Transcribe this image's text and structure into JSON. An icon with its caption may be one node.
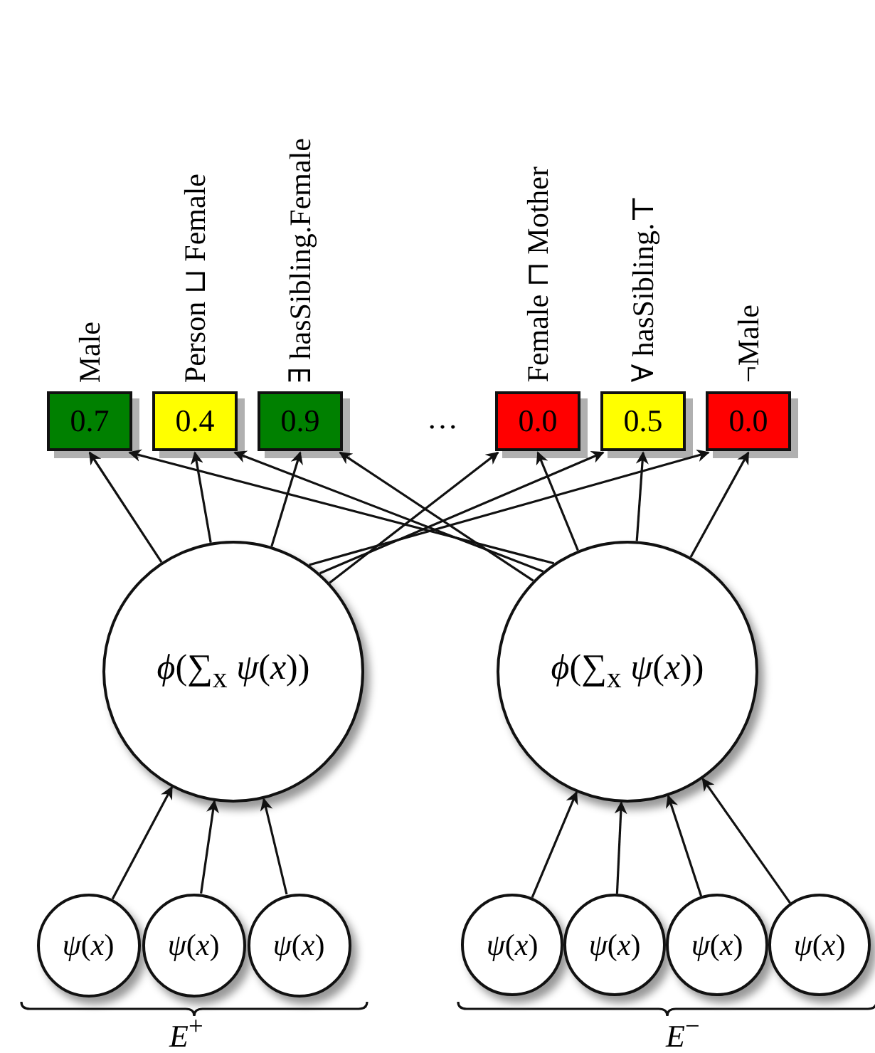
{
  "diagram": {
    "nodes": [
      {
        "text": [
          "Male",
          "0.7"
        ]
      },
      {
        "text": [
          "Person ⊔ Female",
          "0.4"
        ]
      },
      {
        "text": [
          "∃ hasSibling.Female",
          "0.9"
        ]
      },
      {
        "text": [
          "Female ⊓ Mother",
          "0.0"
        ]
      },
      {
        "text": [
          "∀ hasSibling.⊤",
          "0.5"
        ]
      },
      {
        "text": [
          "¬Male",
          "0.0"
        ]
      },
      {
        "text": [
          "*ϕ*(∑$_{x}$ *ψ*(*x*))"
        ]
      },
      {
        "text": [
          "*ϕ*(∑$_{x}$ *ψ*(*x*))"
        ]
      },
      {
        "text": [
          "*ψ*(*x*)"
        ]
      },
      {
        "text": [
          "*ψ*(*x*)"
        ]
      },
      {
        "text": [
          "*ψ*(*x*)"
        ]
      },
      {
        "text": [
          "*ψ*(*x*)"
        ]
      },
      {
        "text": [
          "*ψ*(*x*)"
        ]
      },
      {
        "text": [
          "*ψ*(*x*)"
        ]
      },
      {
        "text": [
          "*ψ*(*x*)"
        ]
      }
    ],
    "edges": [
      {
        "from": 6,
        "to": 0,
        "arrow": "to"
      },
      {
        "from": 6,
        "to": 1,
        "arrow": "to"
      },
      {
        "from": 6,
        "to": 2,
        "arrow": "to"
      },
      {
        "from": 6,
        "to": 3,
        "arrow": "to"
      },
      {
        "from": 6,
        "to": 4,
        "arrow": "to"
      },
      {
        "from": 6,
        "to": 5,
        "arrow": "to"
      },
      {
        "from": 7,
        "to": 0,
        "arrow": "to"
      },
      {
        "from": 7,
        "to": 1,
        "arrow": "to"
      },
      {
        "from": 7,
        "to": 2,
        "arrow": "to"
      },
      {
        "from": 7,
        "to": 3,
        "arrow": "to"
      },
      {
        "from": 7,
        "to": 4,
        "arrow": "to"
      },
      {
        "from": 7,
        "to": 5,
        "arrow": "to"
      },
      {
        "from": 8,
        "to": 6,
        "arrow": "to"
      },
      {
        "from": 9,
        "to": 6,
        "arrow": "to"
      },
      {
        "from": 10,
        "to": 6,
        "arrow": "to"
      },
      {
        "from": 11,
        "to": 7,
        "arrow": "to"
      },
      {
        "from": 12,
        "to": 7,
        "arrow": "to"
      },
      {
        "from": 13,
        "to": 7,
        "arrow": "to"
      },
      {
        "from": 14,
        "to": 7,
        "arrow": "to"
      }
    ],
    "labels": [
      "…",
      "*E*$^{+}$",
      "*E*$^{−}$"
    ]
  }
}
